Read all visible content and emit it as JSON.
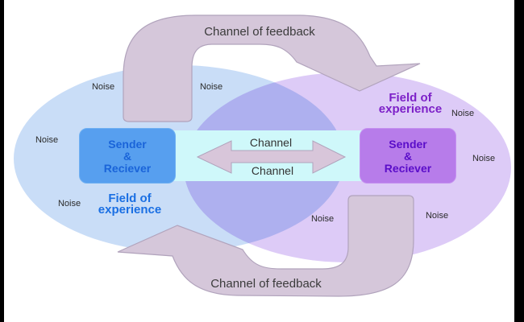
{
  "diagram": {
    "feedback_top_label": "Channel of feedback",
    "feedback_bottom_label": "Channel of feedback",
    "channel_top_label": "Channel",
    "channel_bottom_label": "Channel",
    "noise_label": "Noise",
    "left": {
      "box": {
        "line1": "Sender",
        "line2": "&",
        "line3": "Reciever"
      },
      "field": {
        "line1": "Field of",
        "line2": "experience"
      }
    },
    "right": {
      "box": {
        "line1": "Sender",
        "line2": "&",
        "line3": "Reciever"
      },
      "field": {
        "line1": "Field of",
        "line2": "experience"
      }
    },
    "colors": {
      "left_ellipse": "#c9ddf7",
      "right_ellipse": "#ddcbf7",
      "left_box_fill": "#579fef",
      "left_box_text": "#1a64d9",
      "right_box_fill": "#b77cea",
      "right_box_text": "#5a0dc9",
      "channel_band": "#cff8fa",
      "arrow_fill": "#d5c7da",
      "double_arrow_fill": "#d8c6da",
      "label_text": "#3b3b3b"
    }
  }
}
